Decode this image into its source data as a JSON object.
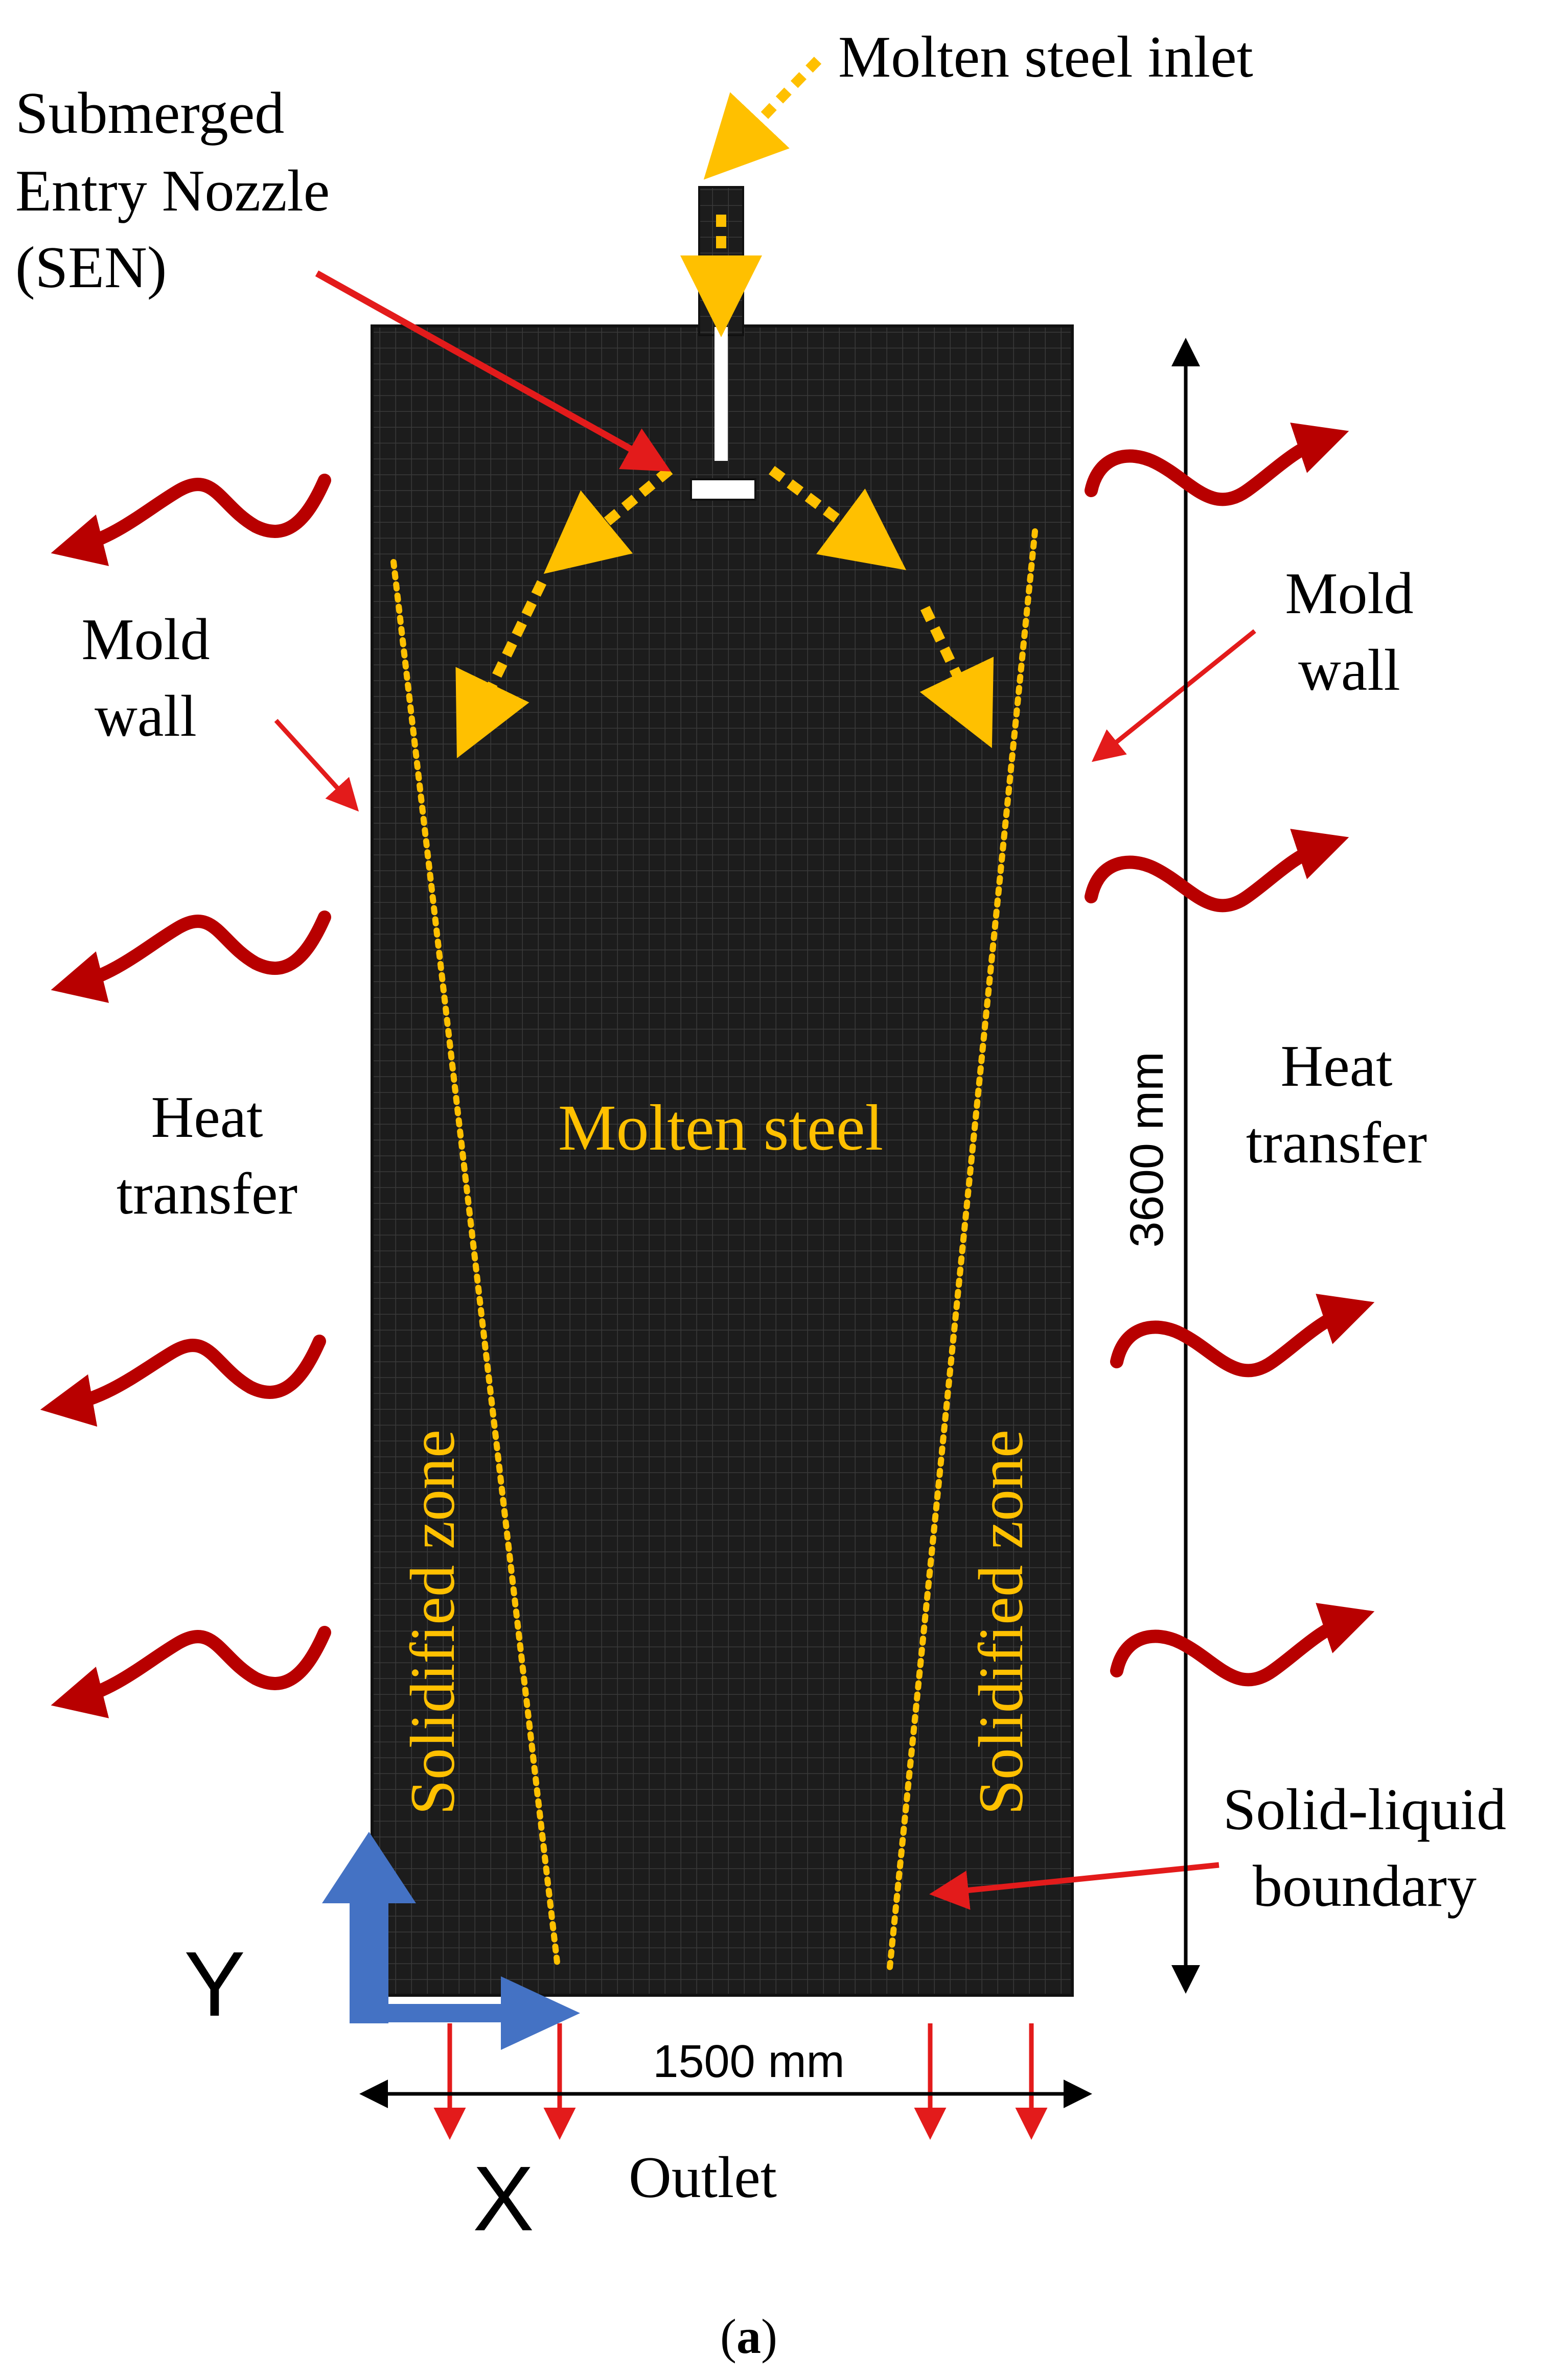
{
  "labels": {
    "inlet": "Molten steel inlet",
    "sen_line1": "Submerged",
    "sen_line2": "Entry Nozzle",
    "sen_line3": "(SEN)",
    "mold_wall_left_1": "Mold",
    "mold_wall_left_2": "wall",
    "mold_wall_right_1": "Mold",
    "mold_wall_right_2": "wall",
    "heat_left_1": "Heat",
    "heat_left_2": "transfer",
    "heat_right_1": "Heat",
    "heat_right_2": "transfer",
    "molten_steel": "Molten steel",
    "solidified_left": "Solidified zone",
    "solidified_right": "Solidified zone",
    "height_dim": "3600 mm",
    "width_dim": "1500 mm",
    "boundary_1": "Solid-liquid",
    "boundary_2": "boundary",
    "outlet": "Outlet",
    "axis_x": "X",
    "axis_y": "Y",
    "caption_open": "(",
    "caption_letter": "a",
    "caption_close": ")"
  },
  "colors": {
    "mesh_background": "#1c1c1c",
    "mesh_line": "#3a3a3a",
    "flow_arrow": "#ffc000",
    "pointer_arrow": "#e31b1b",
    "heat_arrow": "#b80000",
    "axis_arrow": "#4472c4"
  }
}
